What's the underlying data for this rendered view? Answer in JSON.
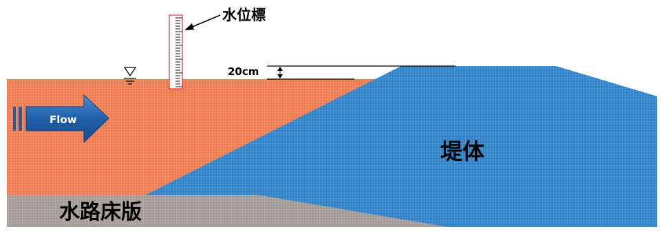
{
  "labels": {
    "water_gauge": "水位標",
    "height_diff": "20cm",
    "flow": "Flow",
    "embankment": "堤体",
    "channel_floor": "水路床版"
  },
  "colors": {
    "water": "#f07a4e",
    "embankment": "#2f82c8",
    "floor": "#a39a94",
    "flow_arrow": "#1f5fa8",
    "gauge_frame": "#d9343a"
  },
  "icons": {
    "water_surface": "water-level-triangle-icon"
  }
}
